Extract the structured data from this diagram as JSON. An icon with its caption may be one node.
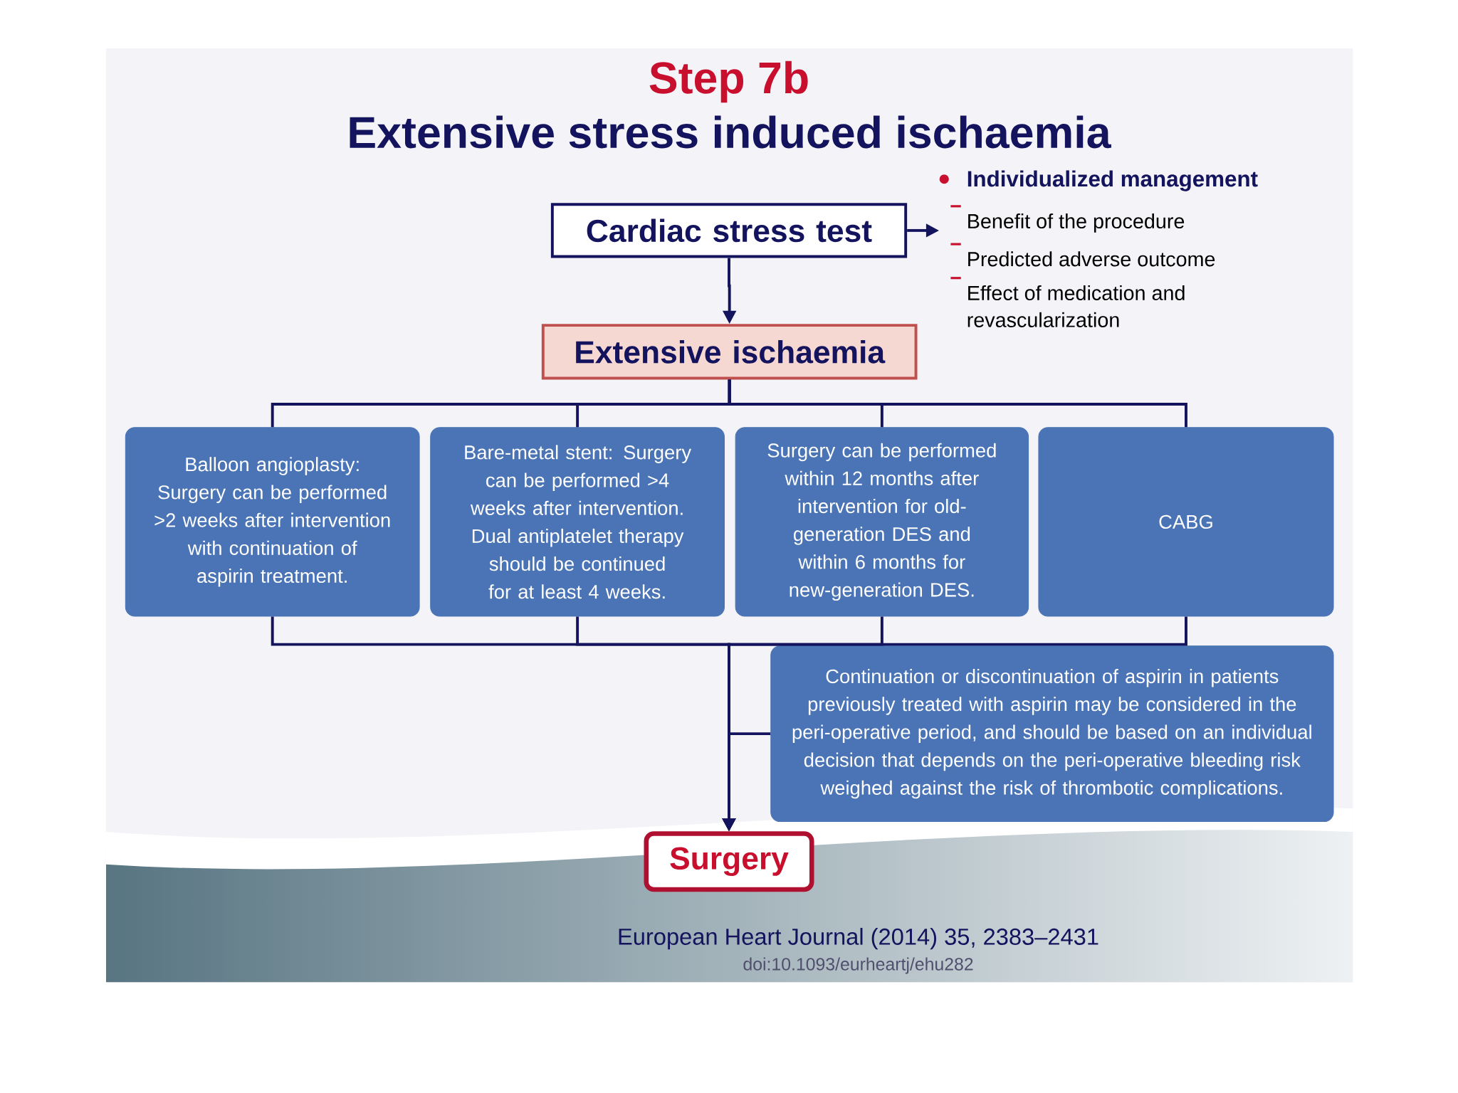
{
  "diagram": {
    "title": "Extensive stress induced ischaemia",
    "nodes": [
      {
        "text": [
          "Cardiac stress test"
        ]
      },
      {
        "text": [
          "Individualized management",
          "Benefit of the procedure",
          "Predicted adverse outcome",
          "Effect of medication and revascularization"
        ]
      },
      {
        "text": [
          "Extensive ischaemia"
        ]
      },
      {
        "text": [
          "Balloon angioplasty: Surgery can be performed >2 weeks after intervention with continuation of aspirin treatment."
        ]
      },
      {
        "text": [
          "Bare-metal stent: Surgery can be performed >4 weeks after intervention. Dual antiplatelet therapy should be continued for at least 4 weeks."
        ]
      },
      {
        "text": [
          "Surgery can be performed within 12 months after intervention for old-generation DES and within 6 months for new-generation DES."
        ]
      },
      {
        "text": [
          "CABG"
        ]
      },
      {
        "text": [
          "Continuation or discontinuation of aspirin in patients previously treated with aspirin may be considered in the peri-operative period, and should be based on an individual decision that depends on the peri-operative bleeding risk weighed against the risk of thrombotic complications."
        ]
      },
      {
        "text": [
          "Surgery"
        ]
      }
    ],
    "edges": [
      {
        "from": 0,
        "to": 1,
        "arrow": "to"
      },
      {
        "from": 0,
        "to": 2,
        "arrow": "to"
      },
      {
        "from": 2,
        "to": 3,
        "arrow": "none"
      },
      {
        "from": 2,
        "to": 4,
        "arrow": "none"
      },
      {
        "from": 2,
        "to": 5,
        "arrow": "none"
      },
      {
        "from": 2,
        "to": 6,
        "arrow": "none"
      },
      {
        "from": 3,
        "to": 8,
        "arrow": "to"
      },
      {
        "from": 4,
        "to": 8,
        "arrow": "to"
      },
      {
        "from": 5,
        "to": 8,
        "arrow": "to"
      },
      {
        "from": 6,
        "to": 8,
        "arrow": "to"
      },
      {
        "from": 7,
        "to": 8,
        "arrow": "to"
      }
    ],
    "labels": [
      "Step 7b",
      "European Heart Journal (2014) 35, 2383–2431",
      "doi:10.1093/eurheartj/ehu282"
    ]
  }
}
